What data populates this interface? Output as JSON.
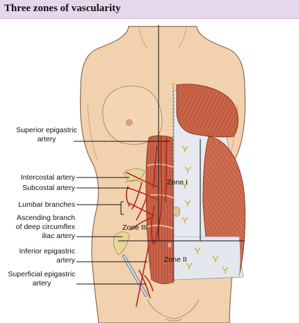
{
  "title": "Three zones of vascularity",
  "labels": {
    "superior_epigastric_line1": "Superior epigastric",
    "superior_epigastric_line2": "artery",
    "intercostal": "Intercostal artery",
    "subcostal": "Subcostal artery",
    "lumbar": "Lumbar branches",
    "ascending_line1": "Ascending branch",
    "ascending_line2": "of deep circumflex",
    "ascending_line3": "iliac artery",
    "inferior_epigastric_line1": "Inferior epigastric",
    "inferior_epigastric_line2": "artery",
    "superficial_epigastric_line1": "Superficial epigastric",
    "superficial_epigastric_line2": "artery"
  },
  "zones": {
    "zone1": "Zone I",
    "zone2": "Zone II",
    "zone3": "Zone III"
  },
  "colors": {
    "title_bg": "#e5d7ec",
    "skin": "#f2d2ae",
    "muscle": "#c96548",
    "fascia": "#e6eaf0",
    "artery": "#b3261e"
  }
}
